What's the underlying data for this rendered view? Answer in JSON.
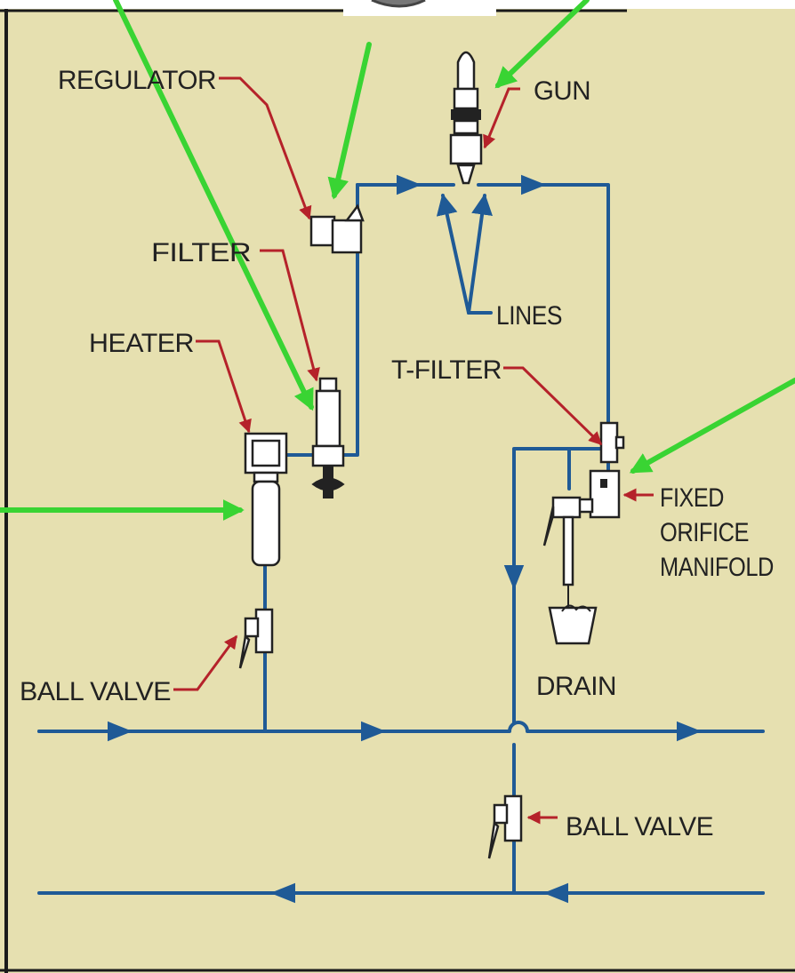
{
  "colors": {
    "background": "#e6e0b0",
    "pipe": "#1f5a96",
    "leader": "#b5222a",
    "highlight_arrow": "#39d433",
    "frame": "#1a1a1a"
  },
  "labels": {
    "regulator": "REGULATOR",
    "gun": "GUN",
    "filter": "FILTER",
    "lines": "LINES",
    "heater": "HEATER",
    "t_filter": "T-FILTER",
    "fixed": "FIXED",
    "orifice": "ORIFICE",
    "manifold": "MANIFOLD",
    "drain": "DRAIN",
    "ball_valve_left": "BALL VALVE",
    "ball_valve_right": "BALL VALVE"
  },
  "icons": {
    "regulator": "regulator-icon",
    "gun": "spray-gun-icon",
    "filter": "filter-icon",
    "heater": "heater-icon",
    "t_filter": "t-filter-icon",
    "manifold": "manifold-icon",
    "drain": "drain-bucket-icon",
    "ball_valve": "ball-valve-icon"
  }
}
